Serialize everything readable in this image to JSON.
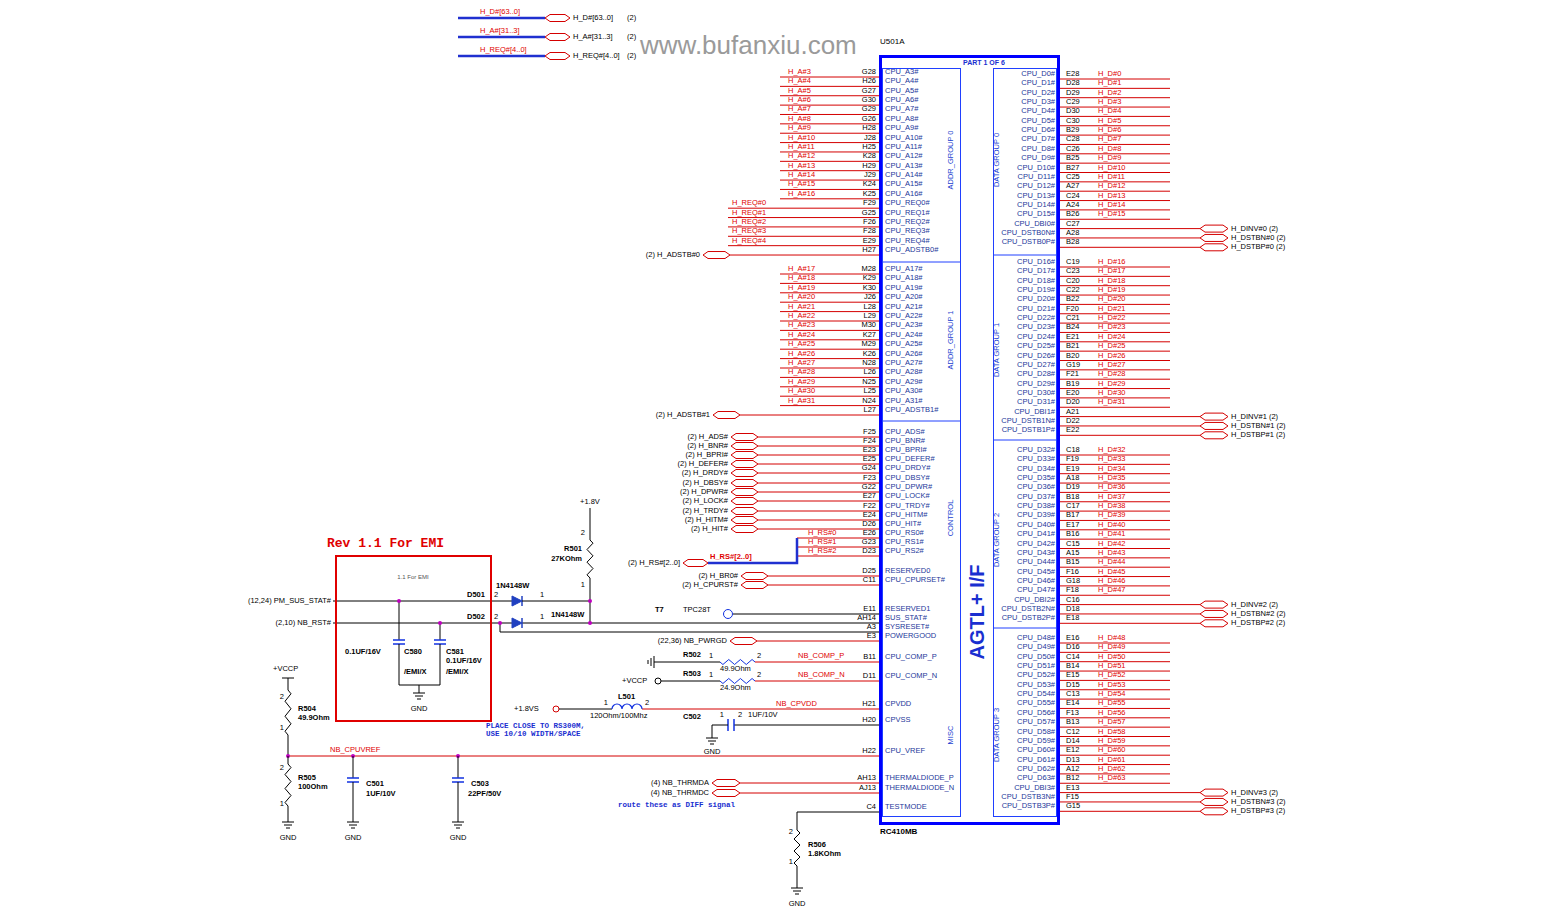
{
  "diagram": {
    "nodes": [
      {
        "text": [
          "U501A",
          "PART 1 OF 6",
          "AGTL+ I/F",
          "RC410MB"
        ]
      },
      {
        "text": [
          "ADDR_GROUP 0",
          "ADDR_GROUP 1",
          "CONTROL",
          "MISC"
        ],
        "in": 0
      },
      {
        "text": [
          "DATA GROUP 0",
          "DATA GROUP 1",
          "DATA GROUP 2",
          "DATA GROUP 3"
        ],
        "in": 0
      },
      {
        "text": [
          "Rev 1.1 For EMI",
          "1.1 For EMI"
        ]
      }
    ],
    "labels": [
      "H_A#3",
      "G28",
      "CPU_A3#",
      "H_A#4",
      "H26",
      "CPU_A4#",
      "H_A#5",
      "G27",
      "CPU_A5#",
      "H_A#6",
      "G30",
      "CPU_A6#",
      "H_A#7",
      "G29",
      "CPU_A7#",
      "H_A#8",
      "G26",
      "CPU_A8#",
      "H_A#9",
      "H28",
      "CPU_A9#",
      "H_A#10",
      "J28",
      "CPU_A10#",
      "H_A#11",
      "H25",
      "CPU_A11#",
      "H_A#12",
      "K28",
      "CPU_A12#",
      "H_A#13",
      "H29",
      "CPU_A13#",
      "H_A#14",
      "J29",
      "CPU_A14#",
      "H_A#15",
      "K24",
      "CPU_A15#",
      "H_A#16",
      "K25",
      "CPU_A16#",
      "H_REQ#0",
      "F29",
      "CPU_REQ0#",
      "H_REQ#1",
      "G25",
      "CPU_REQ1#",
      "H_REQ#2",
      "F26",
      "CPU_REQ2#",
      "H_REQ#3",
      "F28",
      "CPU_REQ3#",
      "H_REQ#4",
      "E29",
      "CPU_REQ4#",
      "(2) H_ADSTB#0",
      "H27",
      "CPU_ADSTB0#",
      "H_A#17",
      "M28",
      "CPU_A17#",
      "H_A#18",
      "K29",
      "CPU_A18#",
      "H_A#19",
      "K30",
      "CPU_A19#",
      "H_A#20",
      "J26",
      "CPU_A20#",
      "H_A#21",
      "L28",
      "CPU_A21#",
      "H_A#22",
      "L29",
      "CPU_A22#",
      "H_A#23",
      "M30",
      "CPU_A23#",
      "H_A#24",
      "K27",
      "CPU_A24#",
      "H_A#25",
      "M29",
      "CPU_A25#",
      "H_A#26",
      "K26",
      "CPU_A26#",
      "H_A#27",
      "N28",
      "CPU_A27#",
      "H_A#28",
      "L26",
      "CPU_A28#",
      "H_A#29",
      "N25",
      "CPU_A29#",
      "H_A#30",
      "L25",
      "CPU_A30#",
      "H_A#31",
      "N24",
      "CPU_A31#",
      "(2) H_ADSTB#1",
      "L27",
      "CPU_ADSTB1#",
      "(2) H_ADS#",
      "F25",
      "CPU_ADS#",
      "(2) H_BNR#",
      "F24",
      "CPU_BNR#",
      "(2) H_BPRI#",
      "E23",
      "CPU_BPRI#",
      "(2) H_DEFER#",
      "E25",
      "CPU_DEFER#",
      "(2) H_DRDY#",
      "G24",
      "CPU_DRDY#",
      "(2) H_DBSY#",
      "F23",
      "CPU_DBSY#",
      "(2) H_DPWR#",
      "G22",
      "CPU_DPWR#",
      "(2) H_LOCK#",
      "E27",
      "CPU_LOCK#",
      "(2) H_TRDY#",
      "F22",
      "CPU_TRDY#",
      "(2) H_HITM#",
      "E24",
      "CPU_HITM#",
      "(2) H_HIT#",
      "D26",
      "CPU_HIT#",
      "H_RS#0",
      "E26",
      "CPU_RS0#",
      "H_RS#1",
      "G23",
      "CPU_RS1#",
      "H_RS#2",
      "D23",
      "CPU_RS2#",
      "(2) H_BR0#",
      "D25",
      "RESERVED0",
      "(2) H_CPURST#",
      "C11",
      "CPU_CPURSET#",
      "E11",
      "RESERVED1",
      "AH14",
      "SUS_STAT#",
      "A3",
      "SYSRESET#",
      "E3",
      "POWERGOOD",
      "B11",
      "CPU_COMP_P",
      "D11",
      "CPU_COMP_N",
      "H21",
      "CPVDD",
      "H20",
      "CPVSS",
      "H22",
      "CPU_VREF",
      "AH13",
      "THERMALDIODE_P",
      "AJ13",
      "THERMALDIODE_N",
      "C4",
      "TESTMODE",
      "CPU_D0#",
      "E28",
      "H_D#0",
      "CPU_D1#",
      "D28",
      "H_D#1",
      "CPU_D2#",
      "D29",
      "H_D#2",
      "CPU_D3#",
      "C29",
      "H_D#3",
      "CPU_D4#",
      "D30",
      "H_D#4",
      "CPU_D5#",
      "C30",
      "H_D#5",
      "CPU_D6#",
      "B29",
      "H_D#6",
      "CPU_D7#",
      "C28",
      "H_D#7",
      "CPU_D8#",
      "C26",
      "H_D#8",
      "CPU_D9#",
      "B25",
      "H_D#9",
      "CPU_D10#",
      "B27",
      "H_D#10",
      "CPU_D11#",
      "C25",
      "H_D#11",
      "CPU_D12#",
      "A27",
      "H_D#12",
      "CPU_D13#",
      "C24",
      "H_D#13",
      "CPU_D14#",
      "A24",
      "H_D#14",
      "CPU_D15#",
      "B26",
      "H_D#15",
      "CPU_DBI0#",
      "C27",
      "H_DINV#0 (2)",
      "CPU_DSTB0N#",
      "A28",
      "H_DSTBN#0 (2)",
      "CPU_DSTB0P#",
      "B28",
      "H_DSTBP#0 (2)",
      "CPU_D16#",
      "C19",
      "H_D#16",
      "CPU_D17#",
      "C23",
      "H_D#17",
      "CPU_D18#",
      "C20",
      "H_D#18",
      "CPU_D19#",
      "C22",
      "H_D#19",
      "CPU_D20#",
      "B22",
      "H_D#20",
      "CPU_D21#",
      "F20",
      "H_D#21",
      "CPU_D22#",
      "C21",
      "H_D#22",
      "CPU_D23#",
      "B24",
      "H_D#23",
      "CPU_D24#",
      "E21",
      "H_D#24",
      "CPU_D25#",
      "B21",
      "H_D#25",
      "CPU_D26#",
      "B20",
      "H_D#26",
      "CPU_D27#",
      "G19",
      "H_D#27",
      "CPU_D28#",
      "F21",
      "H_D#28",
      "CPU_D29#",
      "B19",
      "H_D#29",
      "CPU_D30#",
      "E20",
      "H_D#30",
      "CPU_D31#",
      "D20",
      "H_D#31",
      "CPU_DBI1#",
      "A21",
      "H_DINV#1 (2)",
      "CPU_DSTB1N#",
      "D22",
      "H_DSTBN#1 (2)",
      "CPU_DSTB1P#",
      "E22",
      "H_DSTBP#1 (2)",
      "CPU_D32#",
      "C18",
      "H_D#32",
      "CPU_D33#",
      "F19",
      "H_D#33",
      "CPU_D34#",
      "E19",
      "H_D#34",
      "CPU_D35#",
      "A18",
      "H_D#35",
      "CPU_D36#",
      "D19",
      "H_D#36",
      "CPU_D37#",
      "B18",
      "H_D#37",
      "CPU_D38#",
      "C17",
      "H_D#38",
      "CPU_D39#",
      "B17",
      "H_D#39",
      "CPU_D40#",
      "E17",
      "H_D#40",
      "CPU_D41#",
      "B16",
      "H_D#41",
      "CPU_D42#",
      "C15",
      "H_D#42",
      "CPU_D43#",
      "A15",
      "H_D#43",
      "CPU_D44#",
      "B15",
      "H_D#44",
      "CPU_D45#",
      "F16",
      "H_D#45",
      "CPU_D46#",
      "G18",
      "H_D#46",
      "CPU_D47#",
      "F18",
      "H_D#47",
      "CPU_DBI2#",
      "C16",
      "H_DINV#2 (2)",
      "CPU_DSTB2N#",
      "D18",
      "H_DSTBN#2 (2)",
      "CPU_DSTB2P#",
      "E18",
      "H_DSTBP#2 (2)",
      "CPU_D48#",
      "E16",
      "H_D#48",
      "CPU_D49#",
      "D16",
      "H_D#49",
      "CPU_D50#",
      "C14",
      "H_D#50",
      "CPU_D51#",
      "B14",
      "H_D#51",
      "CPU_D52#",
      "E15",
      "H_D#52",
      "CPU_D53#",
      "D15",
      "H_D#53",
      "CPU_D54#",
      "C13",
      "H_D#54",
      "CPU_D55#",
      "E14",
      "H_D#55",
      "CPU_D56#",
      "F13",
      "H_D#56",
      "CPU_D57#",
      "B13",
      "H_D#57",
      "CPU_D58#",
      "C12",
      "H_D#58",
      "CPU_D59#",
      "D14",
      "H_D#59",
      "CPU_D60#",
      "E12",
      "H_D#60",
      "CPU_D61#",
      "D13",
      "H_D#61",
      "CPU_D62#",
      "A12",
      "H_D#62",
      "CPU_D63#",
      "B12",
      "H_D#63",
      "CPU_DBI3#",
      "E13",
      "H_DINV#3 (2)",
      "CPU_DSTB3N#",
      "F15",
      "H_DSTBN#3 (2)",
      "CPU_DSTB3P#",
      "G15",
      "H_DSTBP#3 (2)",
      "H_D#[63..0]",
      "H_D#[63..0]",
      "(2)",
      "H_A#[31..3]",
      "H_A#[31..3]",
      "(2)",
      "H_REQ#[4..0]",
      "H_REQ#[4..0]",
      "(2)",
      "www.bufanxiu.com",
      "(2) H_RS#[2..0]",
      "H_RS#[2..0]",
      "T7",
      "TPC28T",
      "(12,24) PM_SUS_STAT#",
      "(2,10) NB_RST#",
      "C580",
      "0.1UF/16V",
      "/EMI/X",
      "C581",
      "0.1UF/16V",
      "/EMI/X",
      "GND",
      "D501",
      "2",
      "1",
      "1N4148W",
      "D502",
      "2",
      "1",
      "1N4148W",
      "+1.8V",
      "R501",
      "27KOhm",
      "2",
      "1",
      "(22,36) NB_PWRGD",
      "R502",
      "1",
      "2",
      "49.9Ohm",
      "NB_COMP_P",
      "R503",
      "1",
      "2",
      "24.9Ohm",
      "NB_COMP_N",
      "+VCCP",
      "+1.8VS",
      "L501",
      "1",
      "2",
      "120Ohm/100Mhz",
      "NB_CPVDD",
      "C502",
      "1",
      "2",
      "1UF/10V",
      "GND",
      "+VCCP",
      "R504",
      "49.9Ohm",
      "2",
      "1",
      "NB_CPUVREF",
      "R505",
      "100Ohm",
      "2",
      "1",
      "C501",
      "1UF/10V",
      "C503",
      "22PF/50V",
      "GND",
      "GND",
      "GND",
      "PLACE CLOSE TO RS300M, USE 10/10 WIDTH/SPACE",
      "(4) NB_THRMDA",
      "(4) NB_THRMDC",
      "route these as DIFF signal",
      "R506",
      "1.8KOhm",
      "2",
      "1",
      "GND"
    ]
  }
}
